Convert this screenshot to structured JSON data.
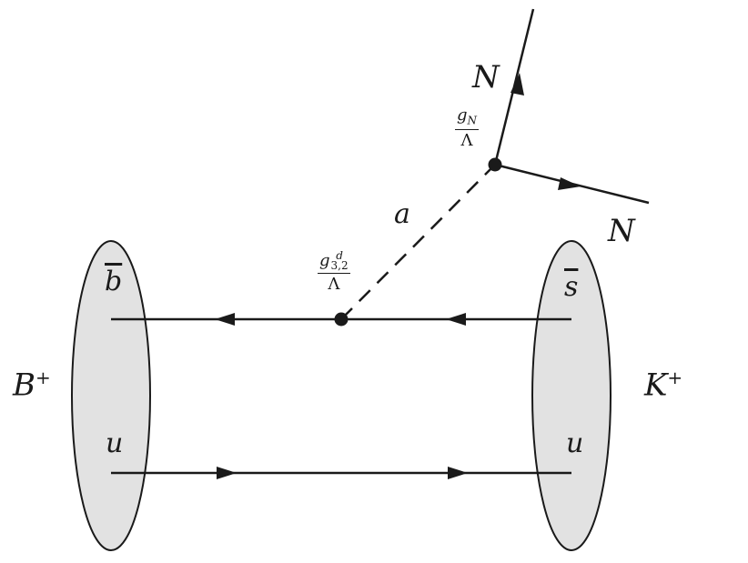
{
  "diagram": {
    "mesons": {
      "initial": {
        "label": "B",
        "charge": "+"
      },
      "final": {
        "label": "K",
        "charge": "+"
      }
    },
    "quarks": {
      "top_left": "b",
      "top_right": "s",
      "bottom_left": "u",
      "bottom_right": "u"
    },
    "propagator": {
      "label": "a"
    },
    "couplings": {
      "quark_vertex": {
        "numerator_symbol": "g",
        "subscript": "3,2",
        "superscript": "d",
        "denominator": "Λ"
      },
      "N_vertex": {
        "numerator_symbol": "g",
        "subscript": "N",
        "denominator": "Λ"
      }
    },
    "outgoing": {
      "upper": "N",
      "lower": "N"
    },
    "colors": {
      "line": "#1a1a1a",
      "blob_fill": "#e2e2e2",
      "blob_stroke": "#1a1a1a"
    }
  }
}
